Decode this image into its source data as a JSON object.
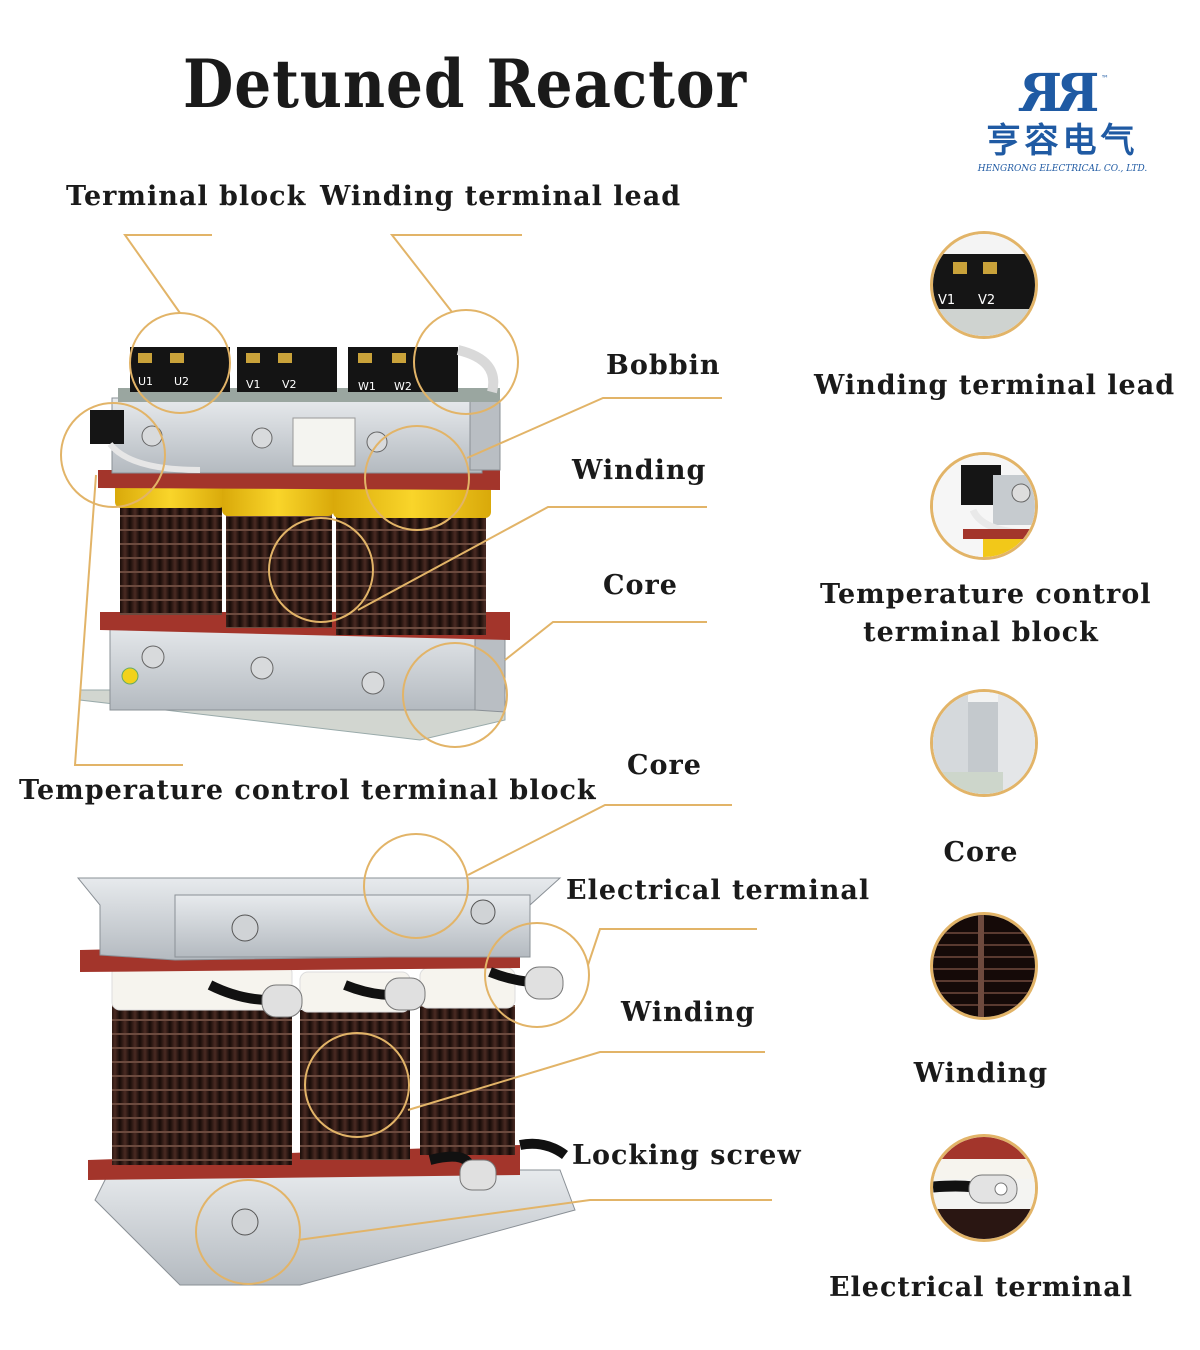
{
  "title": "Detuned Reactor",
  "logo": {
    "mark": "RR",
    "tm": "™",
    "cn": "亨容电气",
    "en": "HENGRONG ELECTRICAL CO., LTD."
  },
  "top_diagram": {
    "labels": {
      "terminal_block": "Terminal block",
      "winding_terminal_lead": "Winding terminal lead",
      "bobbin": "Bobbin",
      "winding": "Winding",
      "core": "Core",
      "temperature_control_terminal_block": "Temperature control terminal block"
    },
    "terminal_markings": [
      "U1",
      "U2",
      "V1",
      "V2",
      "W1",
      "W2"
    ]
  },
  "bottom_diagram": {
    "labels": {
      "core": "Core",
      "electrical_terminal": "Electrical terminal",
      "winding": "Winding",
      "locking_screw": "Locking screw"
    }
  },
  "side_panel": {
    "items": [
      {
        "label": "Winding terminal lead"
      },
      {
        "label_line1": "Temperature control",
        "label_line2": "terminal block"
      },
      {
        "label": "Core"
      },
      {
        "label": "Winding"
      },
      {
        "label": "Electrical terminal"
      }
    ],
    "zoom_markings": [
      "V1",
      "V2"
    ]
  },
  "colors": {
    "leader": "#e2b468",
    "copper": "#3a1d16",
    "yellow": "#f4c817",
    "steel": "#c9ced3",
    "brand": "#1f5aa3",
    "red_insulation": "#a3352b"
  }
}
